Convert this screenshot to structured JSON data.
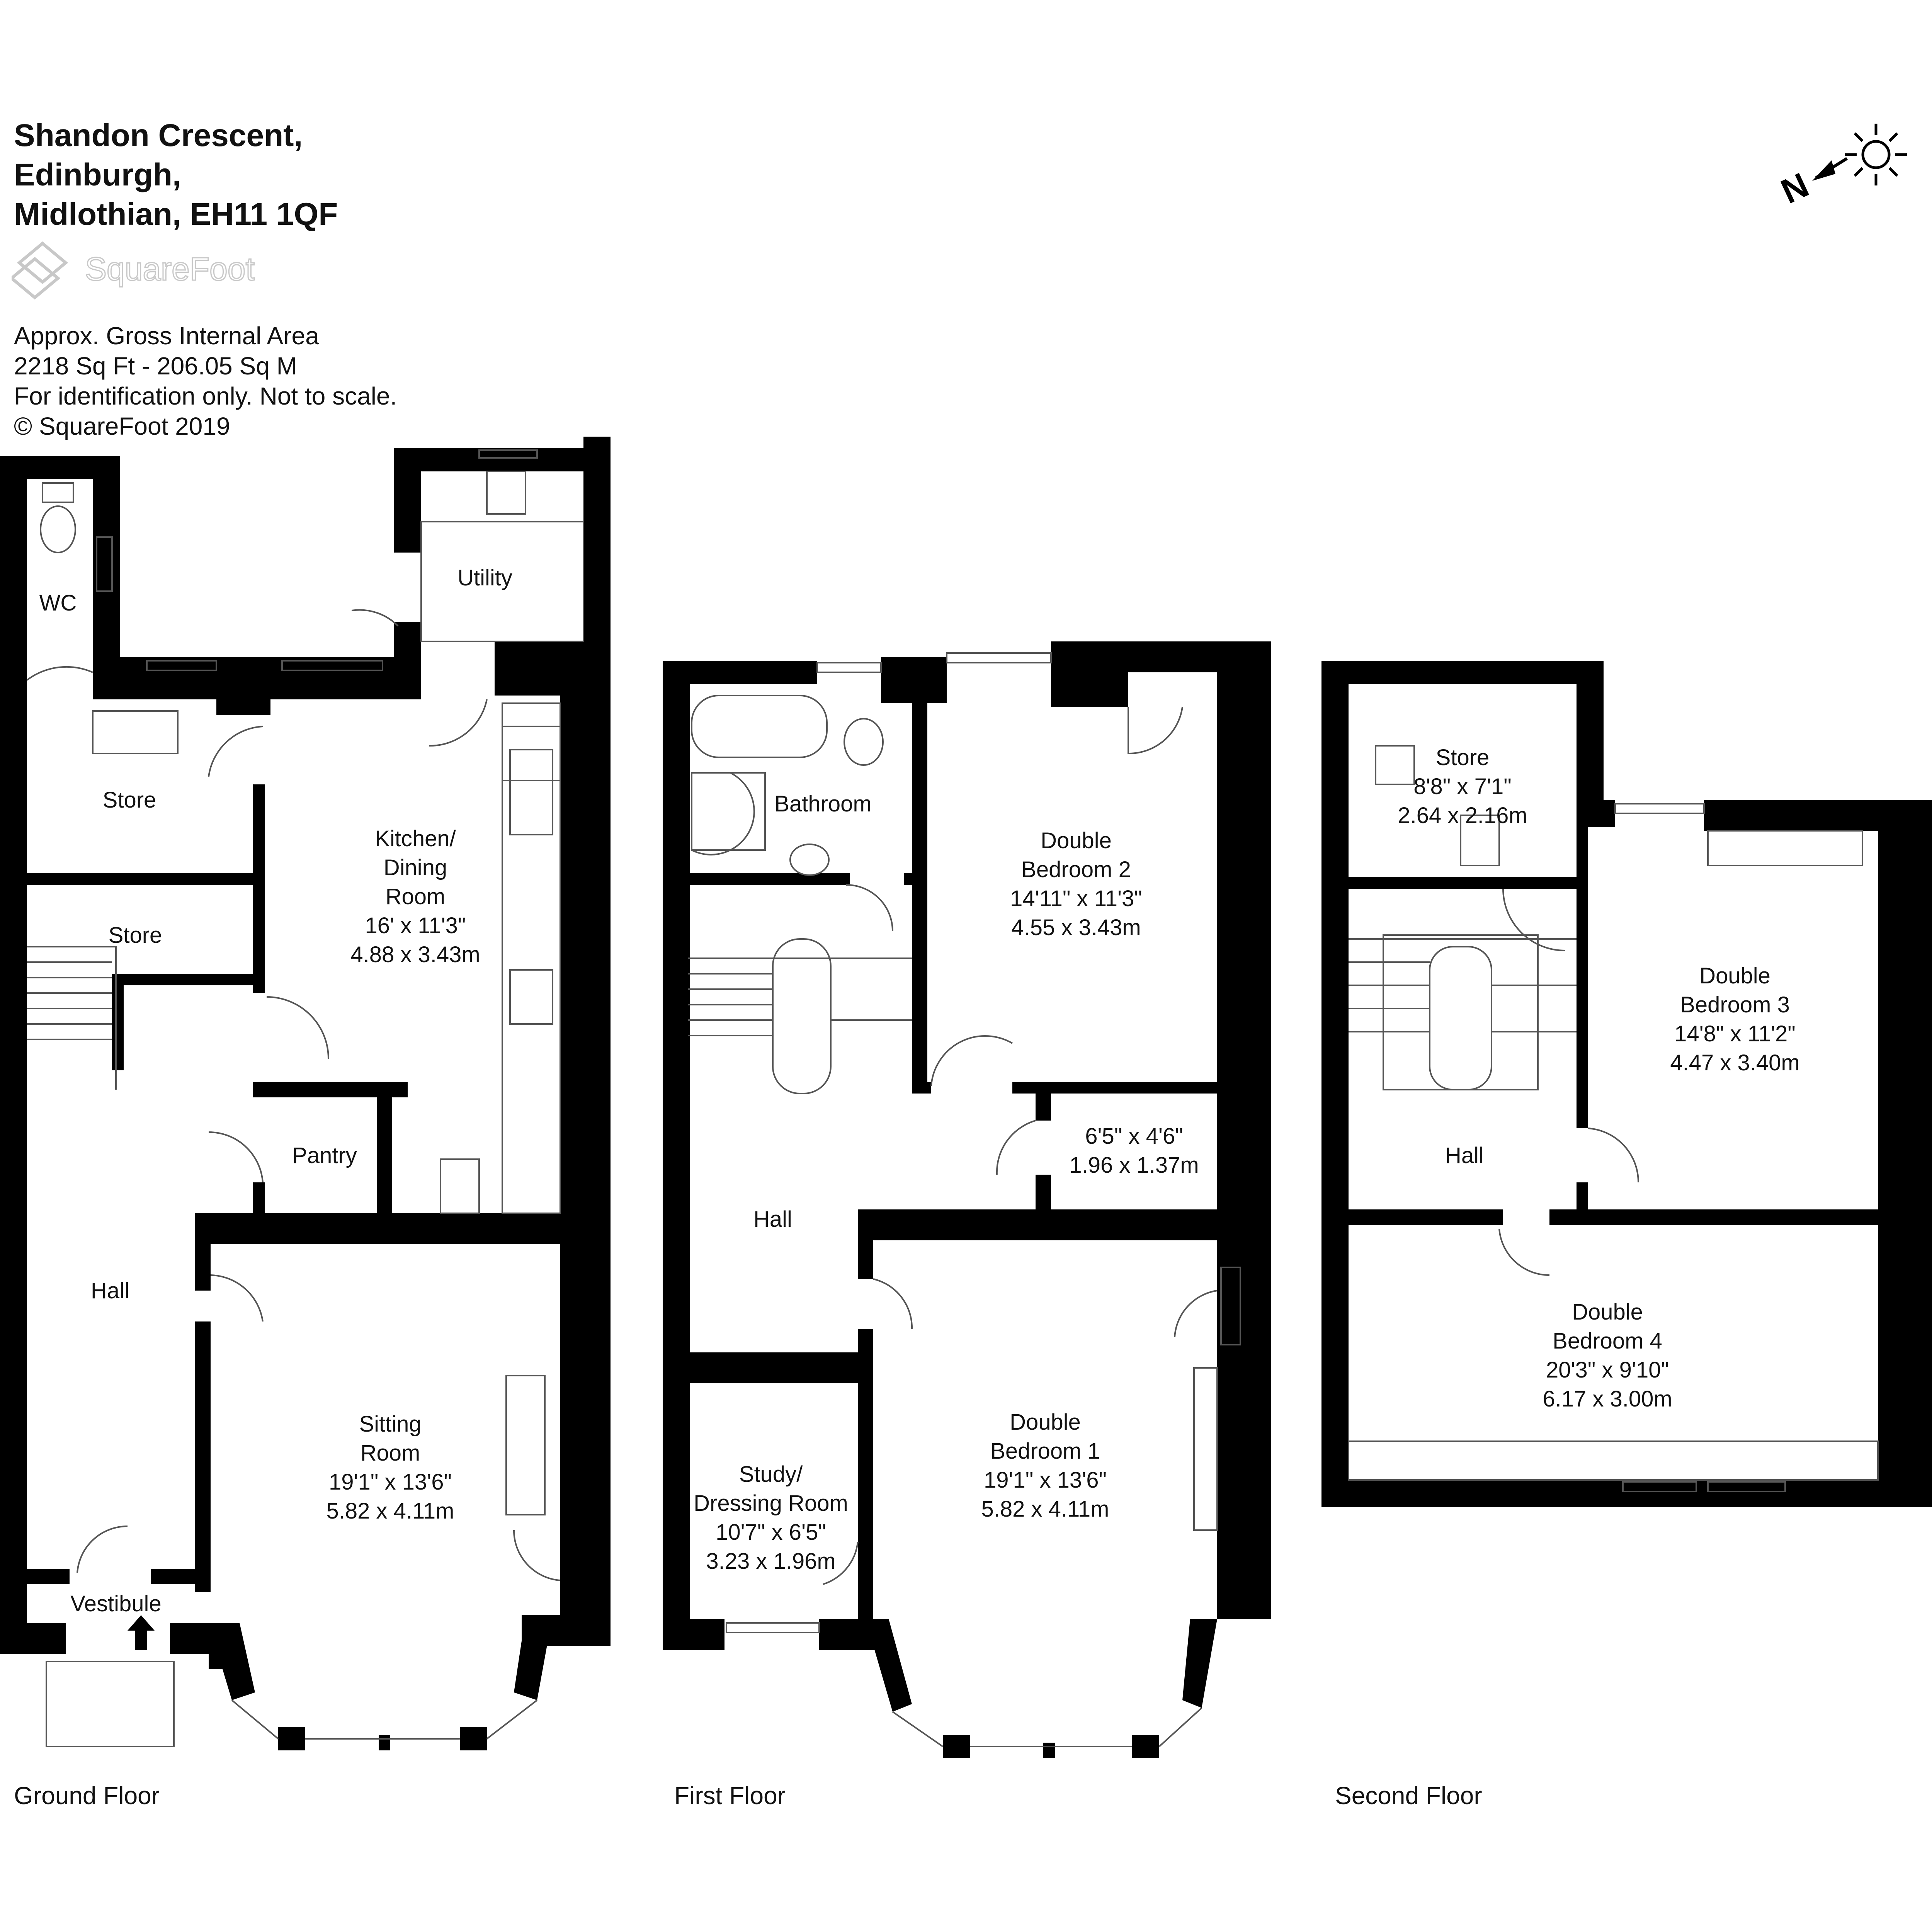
{
  "address": {
    "line1": "Shandon Crescent,",
    "line2": "Edinburgh,",
    "line3": "Midlothian, EH11 1QF"
  },
  "brand": {
    "name": "SquareFoot"
  },
  "info": {
    "line1": "Approx. Gross Internal Area",
    "line2": "2218 Sq Ft  -  206.05 Sq M",
    "line3": "For identification only. Not to scale.",
    "line4": "© SquareFoot 2019"
  },
  "compass": {
    "label": "N"
  },
  "colors": {
    "wall": "#000000",
    "watermark": "#c8c8c8",
    "fixture": "#555555"
  },
  "floors": {
    "ground": {
      "label": "Ground Floor",
      "rooms": {
        "wc": {
          "name": "WC"
        },
        "utility": {
          "name": "Utility"
        },
        "store1": {
          "name": "Store"
        },
        "store2": {
          "name": "Store"
        },
        "kitchen": {
          "name1": "Kitchen/",
          "name2": "Dining",
          "name3": "Room",
          "imperial": "16' x 11'3\"",
          "metric": "4.88 x 3.43m"
        },
        "pantry": {
          "name": "Pantry"
        },
        "hall": {
          "name": "Hall"
        },
        "sitting": {
          "name1": "Sitting",
          "name2": "Room",
          "imperial": "19'1\" x 13'6\"",
          "metric": "5.82 x 4.11m"
        },
        "vestibule": {
          "name": "Vestibule"
        }
      }
    },
    "first": {
      "label": "First Floor",
      "rooms": {
        "bathroom": {
          "name": "Bathroom"
        },
        "bed2": {
          "name1": "Double",
          "name2": "Bedroom 2",
          "imperial": "14'11\" x 11'3\"",
          "metric": "4.55 x 3.43m"
        },
        "closet": {
          "imperial": "6'5\" x 4'6\"",
          "metric": "1.96 x 1.37m"
        },
        "hall": {
          "name": "Hall"
        },
        "study": {
          "name1": "Study/",
          "name2": "Dressing Room",
          "imperial": "10'7\" x 6'5\"",
          "metric": "3.23 x 1.96m"
        },
        "bed1": {
          "name1": "Double",
          "name2": "Bedroom 1",
          "imperial": "19'1\" x 13'6\"",
          "metric": "5.82 x 4.11m"
        }
      }
    },
    "second": {
      "label": "Second Floor",
      "rooms": {
        "store": {
          "name": "Store",
          "imperial": "8'8\" x 7'1\"",
          "metric": "2.64 x 2.16m"
        },
        "bed3": {
          "name1": "Double",
          "name2": "Bedroom 3",
          "imperial": "14'8\" x 11'2\"",
          "metric": "4.47 x 3.40m"
        },
        "hall": {
          "name": "Hall"
        },
        "bed4": {
          "name1": "Double",
          "name2": "Bedroom 4",
          "imperial": "20'3\" x 9'10\"",
          "metric": "6.17 x 3.00m"
        }
      }
    }
  }
}
